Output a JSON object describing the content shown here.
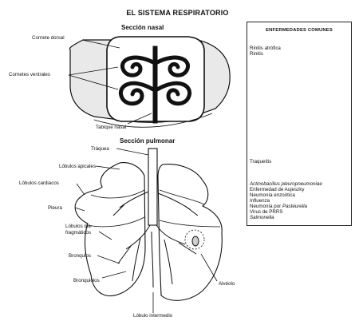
{
  "title": "EL SISTEMA RESPIRATORIO",
  "nasal": {
    "heading": "Sección nasal",
    "labels": {
      "cornete_dorsal": "Cornete dorsal",
      "cornetes_ventrales": "Cornetes ventrales",
      "tabique_nasal": "Tabique nasal"
    }
  },
  "pulmonar": {
    "heading": "Sección pulmonar",
    "labels": {
      "traquea": "Tráquea",
      "lobulos_apicales": "Lóbulos apicales",
      "lobulos_cardiacos": "Lóbulos cardiacos",
      "pleura": "Pleura",
      "lobulos_diafragmaticos_1": "Lóbulos dia-",
      "lobulos_diafragmaticos_2": "fragmáticos",
      "bronquios": "Bronquios",
      "bronquiolos": "Bronquiolos",
      "lobulo_intermedio": "Lóbulo intermedio",
      "alveolo": "Alvéolo"
    }
  },
  "diseases": {
    "heading": "ENFERMEDADES COMUNES",
    "nasal": [
      "Rinitis atrófica",
      "Rinitis"
    ],
    "traquea": [
      "Traqueítis"
    ],
    "pulmonar": [
      {
        "text": "Actinobacillus pleuropneumoniae",
        "italic": true
      },
      {
        "text": "Enfermedad de Aujeszky",
        "italic": false
      },
      {
        "text": "Neumonía enzoótica",
        "italic": false
      },
      {
        "text": "Influenza",
        "italic": false
      },
      {
        "text": "Neumonía por ",
        "italic": false,
        "tail": "Pasteurella"
      },
      {
        "text": "Virus de PRRS",
        "italic": false
      },
      {
        "text": "Salmonella",
        "italic": true
      }
    ]
  }
}
